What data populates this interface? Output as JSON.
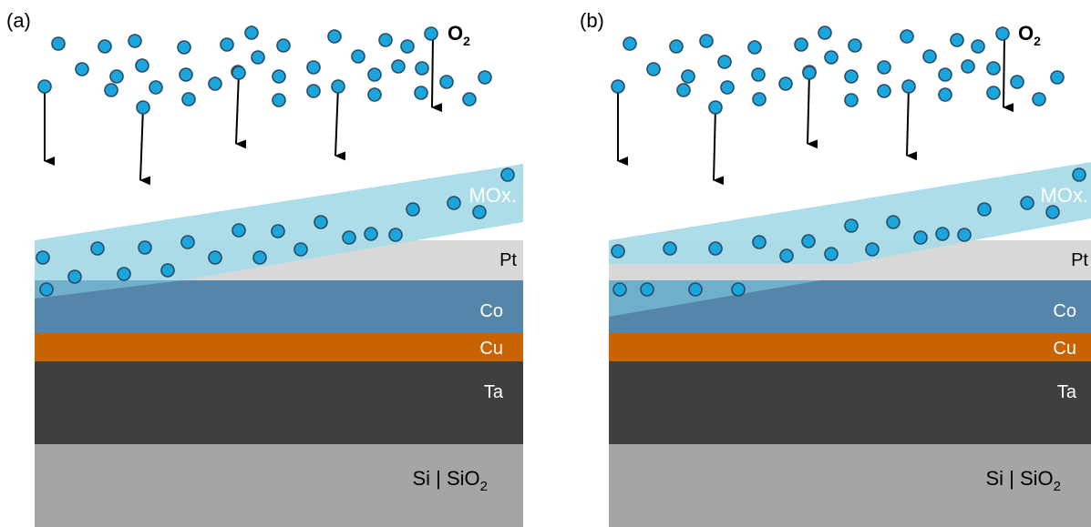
{
  "panels": [
    {
      "id": "a",
      "panel_label": "(a)",
      "gas_label": "O",
      "gas_subscript": "2",
      "layers": [
        {
          "key": "mox",
          "label": "MOx.",
          "color": "#a8dbe8"
        },
        {
          "key": "pt",
          "label": "Pt",
          "color": "#d8d8d8"
        },
        {
          "key": "co",
          "label": "Co",
          "color": "#5585a9"
        },
        {
          "key": "cu",
          "label": "Cu",
          "color": "#c96300"
        },
        {
          "key": "ta",
          "label": "Ta",
          "color": "#3f3f3f"
        },
        {
          "key": "substrate",
          "label": "Si | SiO",
          "label_subscript": "2",
          "color": "#a5a5a5"
        }
      ]
    },
    {
      "id": "b",
      "panel_label": "(b)",
      "gas_label": "O",
      "gas_subscript": "2",
      "layers": [
        {
          "key": "mox",
          "label": "MOx.",
          "color": "#a8dbe8"
        },
        {
          "key": "pt",
          "label": "Pt",
          "color": "#d8d8d8"
        },
        {
          "key": "co",
          "label": "Co",
          "color": "#5585a9"
        },
        {
          "key": "cu",
          "label": "Cu",
          "color": "#c96300"
        },
        {
          "key": "ta",
          "label": "Ta",
          "color": "#3f3f3f"
        },
        {
          "key": "substrate",
          "label": "Si | SiO",
          "label_subscript": "2",
          "color": "#a5a5a5"
        }
      ]
    }
  ],
  "colors": {
    "oxygen_fill": "#1aa6dc",
    "oxygen_stroke": "#2b4a66",
    "oxidized_overlay": "#7fc6de",
    "arrow": "#000000",
    "layer_text_light": "#ffffff",
    "layer_text_dark": "#000000"
  }
}
